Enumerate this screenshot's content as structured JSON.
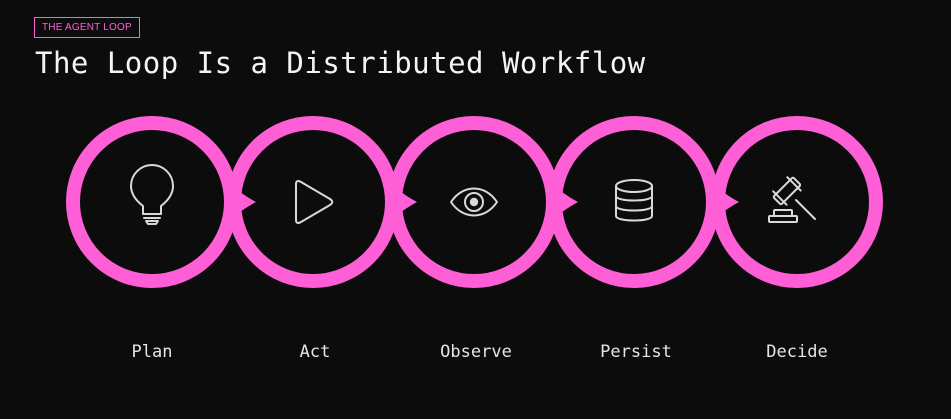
{
  "slide": {
    "tag": "THE AGENT LOOP",
    "title": "The Loop Is a Distributed Workflow"
  },
  "colors": {
    "accent": "#ff5fd6",
    "background": "#0c0c0c",
    "text": "#f4f4f4",
    "icon": "#d9d9d9"
  },
  "steps": [
    {
      "label": "Plan",
      "icon": "lightbulb-icon"
    },
    {
      "label": "Act",
      "icon": "play-icon"
    },
    {
      "label": "Observe",
      "icon": "eye-icon"
    },
    {
      "label": "Persist",
      "icon": "database-icon"
    },
    {
      "label": "Decide",
      "icon": "gavel-icon"
    }
  ]
}
